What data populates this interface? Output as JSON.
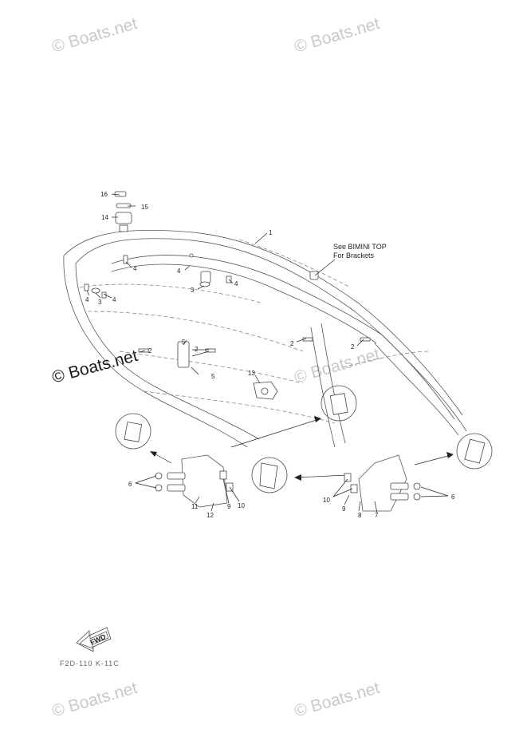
{
  "watermarks": {
    "top_left": "© Boats.net",
    "top_right": "© Boats.net",
    "main": "© Boats.net",
    "mid_right": "© Boats.net",
    "bottom_left": "© Boats.net",
    "bottom_right": "© Boats.net"
  },
  "callouts": {
    "bimini_line1": "See BIMINI TOP",
    "bimini_line2": "For Brackets"
  },
  "part_numbers": {
    "p1": "1",
    "p2a": "2",
    "p2b": "2",
    "p2c": "2",
    "p2d": "2",
    "p3a": "3",
    "p3b": "3",
    "p4a": "4",
    "p4b": "4",
    "p4c": "4",
    "p4d": "4",
    "p4e": "4",
    "p5a": "5",
    "p5b": "5",
    "p6a": "6",
    "p6b": "6",
    "p7": "7",
    "p8": "8",
    "p9a": "9",
    "p9b": "9",
    "p10a": "10",
    "p10b": "10",
    "p11": "11",
    "p12": "12",
    "p13": "13",
    "p14": "14",
    "p15": "15",
    "p16": "16"
  },
  "fwd_label": "FWD",
  "diagram_code": "F2D-110 K-11C"
}
